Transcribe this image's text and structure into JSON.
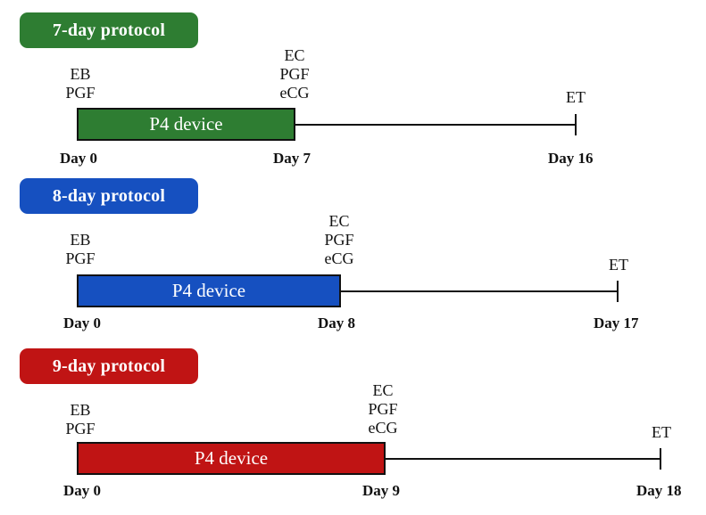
{
  "colors": {
    "green": "#2e7d32",
    "blue": "#1650c0",
    "red": "#c01414",
    "text": "#111111"
  },
  "protocols": [
    {
      "title": "7-day protocol",
      "start_events": [
        "EB",
        "PGF"
      ],
      "mid_events": [
        "EC",
        "PGF",
        "eCG"
      ],
      "end_event": "ET",
      "bar_label": "P4 device",
      "day_start": "Day 0",
      "day_mid": "Day 7",
      "day_end": "Day 16"
    },
    {
      "title": "8-day protocol",
      "start_events": [
        "EB",
        "PGF"
      ],
      "mid_events": [
        "EC",
        "PGF",
        "eCG"
      ],
      "end_event": "ET",
      "bar_label": "P4 device",
      "day_start": "Day 0",
      "day_mid": "Day 8",
      "day_end": "Day 17"
    },
    {
      "title": "9-day protocol",
      "start_events": [
        "EB",
        "PGF"
      ],
      "mid_events": [
        "EC",
        "PGF",
        "eCG"
      ],
      "end_event": "ET",
      "bar_label": "P4 device",
      "day_start": "Day 0",
      "day_mid": "Day 9",
      "day_end": "Day 18"
    }
  ]
}
